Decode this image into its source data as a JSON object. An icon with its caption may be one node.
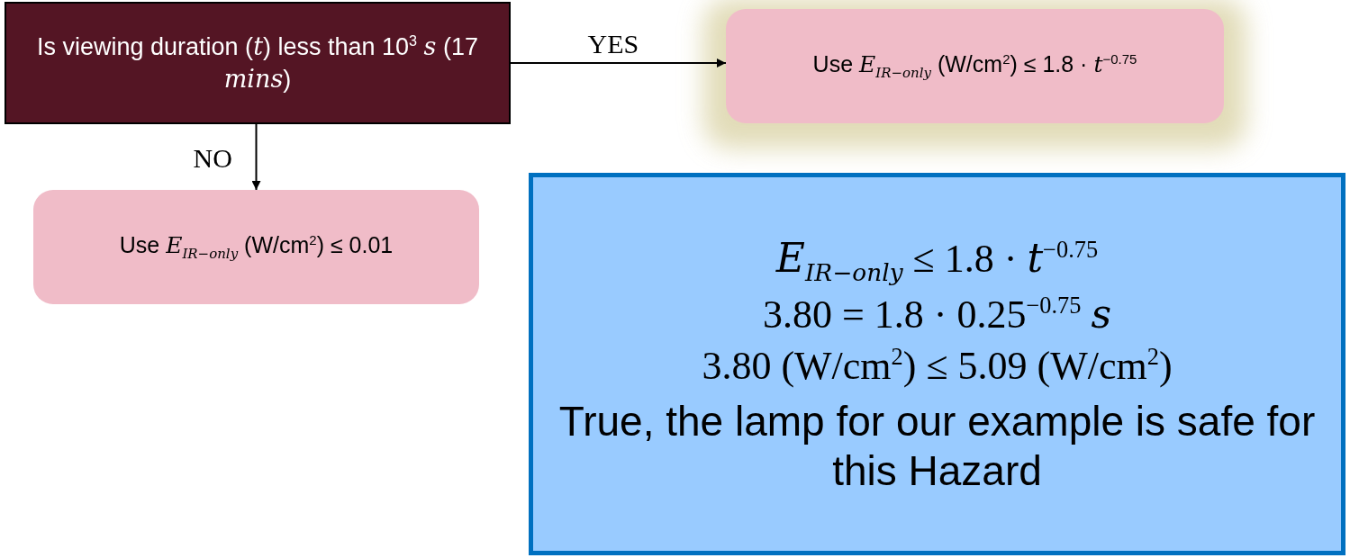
{
  "diagram": {
    "nodes": [
      {
        "text": [
          "Is viewing duration (*t*) less than 10$^{3}$ *s* (17 *mins*)"
        ]
      },
      {
        "text": [
          "Use *E*$_{IR−only}$ (W/cm$^{2}$) ≤ 1.8 · *t*$^{−0.75}$"
        ]
      },
      {
        "text": [
          "Use *E*$_{IR−only}$ (W/cm$^{2}$) ≤ 0.01"
        ]
      },
      {
        "text": [
          "*E*$_{IR−only}$ ≤ 1.8 · *t*$^{−0.75}$",
          "3.80 = 1.8 · 0.25$^{−0.75}$ *s*",
          "3.80 (W/cm$^{2}$) ≤ 5.09 (W/cm$^{2}$)",
          "True, the lamp for our example is safe for this Hazard"
        ]
      }
    ],
    "edges": [
      {
        "from": 0,
        "to": 1,
        "arrow": "to",
        "label": "YES"
      },
      {
        "from": 0,
        "to": 2,
        "arrow": "to",
        "label": "NO"
      }
    ]
  }
}
